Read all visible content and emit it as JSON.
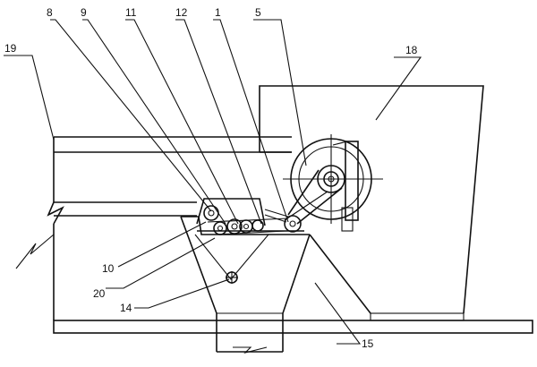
{
  "labels": {
    "l1": "1",
    "l5": "5",
    "l8": "8",
    "l9": "9",
    "l10": "10",
    "l11": "11",
    "l12": "12",
    "l14": "14",
    "l15": "15",
    "l18": "18",
    "l19": "19",
    "l20": "20"
  },
  "colors": {
    "line": "#111111",
    "background": "#ffffff"
  }
}
